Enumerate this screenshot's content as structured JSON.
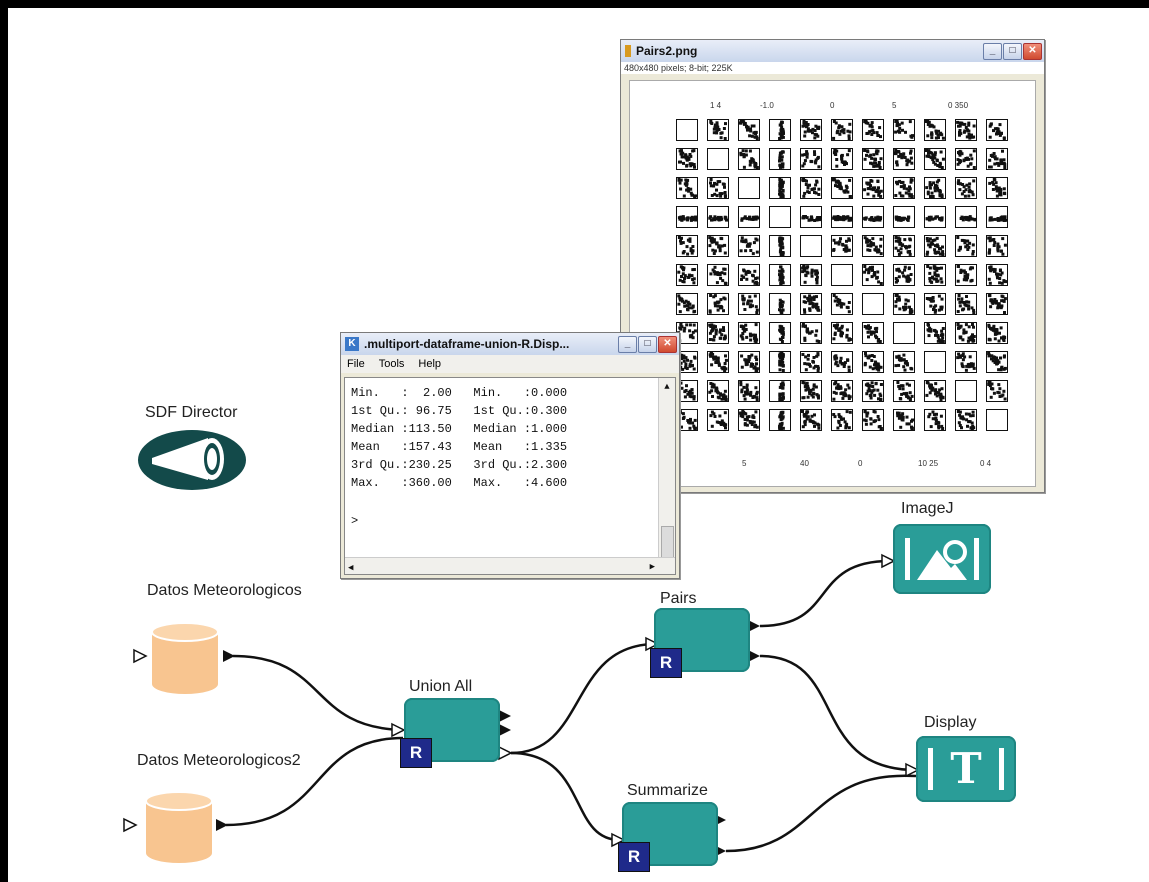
{
  "director": {
    "label": "SDF Director"
  },
  "actors": {
    "datos1": {
      "label": "Datos Meteorologicos"
    },
    "datos2": {
      "label": "Datos Meteorologicos2"
    },
    "union": {
      "label": "Union All",
      "badge": "R"
    },
    "pairs": {
      "label": "Pairs",
      "badge": "R"
    },
    "summarize": {
      "label": "Summarize",
      "badge": "R"
    },
    "imagej": {
      "label": "ImageJ"
    },
    "display": {
      "label": "Display",
      "glyph": "T"
    }
  },
  "pairs_window": {
    "title": "Pairs2.png",
    "info": "480x480 pixels; 8-bit; 225K",
    "top_ticks": [
      "1  4",
      "-1.0",
      "0",
      "5",
      "0  350"
    ],
    "bottom_ticks": [
      "5",
      "40",
      "0",
      "10  25",
      "0  4"
    ]
  },
  "display_window": {
    "title": ".multiport-dataframe-union-R.Disp...",
    "menu": [
      "File",
      "Tools",
      "Help"
    ],
    "rows": [
      "Min.   :  2.00   Min.   :0.000",
      "1st Qu.: 96.75   1st Qu.:0.300",
      "Median :113.50   Median :1.000",
      "Mean   :157.43   Mean   :1.335",
      "3rd Qu.:230.25   3rd Qu.:2.300",
      "Max.   :360.00   Max.   :4.600"
    ],
    "prompt": ">"
  },
  "colors": {
    "actor": "#2a9d98",
    "badge": "#1f2a8a",
    "db": "#f8c590",
    "director": "#134a4a"
  }
}
